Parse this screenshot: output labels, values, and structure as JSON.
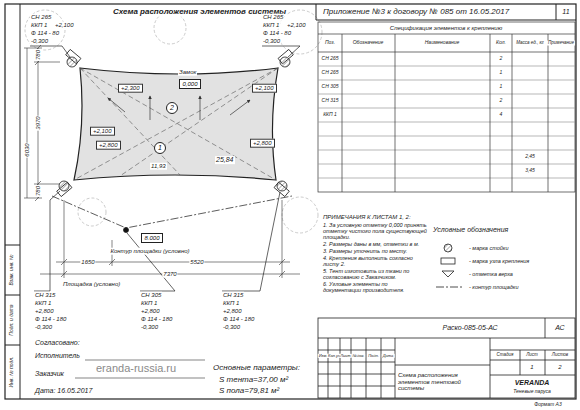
{
  "diagram": {
    "title": "Схема расположения элементов системы",
    "nodes": [
      {
        "text": [
          "2"
        ]
      },
      {
        "text": [
          "1"
        ]
      },
      {
        "text": [
          "0,000"
        ]
      },
      {
        "text": [
          "8.000"
        ]
      }
    ],
    "labels": [
      "Схема расположения элементов системы",
      "Приложение №3 к договору № 085 от 16.05.2017",
      "11",
      "СН 265",
      "ККП 1",
      "+2,100",
      "Ф 114 - 80",
      "-0,300",
      "СН 265",
      "ККП 1",
      "+2,100",
      "Ф 114 - 80",
      "-0,300",
      "Замок",
      "+2,300",
      "+2,100",
      "+2,100",
      "+2,800",
      "+2,800",
      "25,84",
      "11,93",
      "780",
      "3970",
      "6030",
      "780",
      "1650",
      "5520",
      "7370",
      "Контур площадки (условно)",
      "Площадка (условно)",
      "СН 315",
      "ККП 1",
      "+2,800",
      "Ф 114 - 180",
      "-0,300",
      "СН 305",
      "ККП 1",
      "+2,800",
      "Ф 114 - 180",
      "-0,300",
      "СН 315",
      "ККП 1",
      "+2,800",
      "Ф 114 - 180",
      "-0,300",
      "Согласовано:",
      "Исполнитель",
      "Заказчик",
      "Дата: 16.05.2017",
      "eranda-russia.ru",
      "Основные параметры:",
      "S тента=37,00 м²",
      "S пола=79,81 м²",
      "Спецификация элементов к креплению",
      "Поз.",
      "Обозначение",
      "Наименование",
      "Кол.",
      "Масса ед., кг",
      "Примечание",
      "СН 265",
      "СН 265",
      "СН 305",
      "СН 315",
      "ККП 1",
      "2",
      "1",
      "1",
      "2",
      "4",
      "2,45",
      "3,45",
      "ПРИМЕЧАНИЯ К ЛИСТАМ 1, 2:",
      "1. За условную отметку 0,000 принять отметку чистого пола существующей площадки.",
      "2. Размеры даны в мм, отметки в м.",
      "3. Размеры уточнить по месту.",
      "4. Крепления выполнить согласно листу 2.",
      "5. Тент изготовить из ткани по согласованию с Заказчиком.",
      "6. Угловые элементы по документации производителя.",
      "Условные обозначения",
      "Раско-085-05-АС",
      "АС",
      "Схема расположения элементов тентовой системы",
      "Стадия",
      "Лист",
      "Листов",
      "1",
      "2",
      "VERANDA",
      "Теневые паруса",
      "Формат А3",
      "Инв. № подл.",
      "Подп. и дата",
      "Взам. инв. №",
      "Изм.",
      "Кол.уч",
      "Лист",
      "№док.",
      "Подп.",
      "Дата"
    ],
    "legend": [
      {
        "text": "- марка стойки"
      },
      {
        "text": "- марка узла крепления"
      },
      {
        "text": "- отметка верха"
      },
      {
        "text": "- контур площадки"
      }
    ]
  }
}
